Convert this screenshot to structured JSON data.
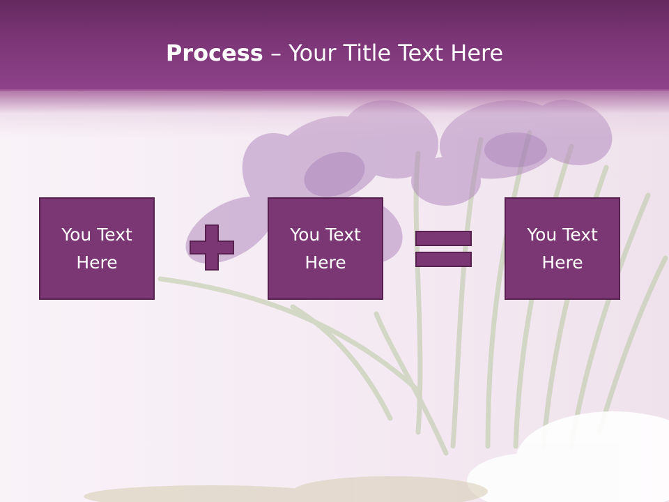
{
  "slide": {
    "title_bold": "Process",
    "title_separator": " – ",
    "title_rest": "Your Title Text Here"
  },
  "boxes": [
    {
      "text": "You Text Here"
    },
    {
      "text": "You Text Here"
    },
    {
      "text": "You Text Here"
    }
  ],
  "operators": [
    "plus-icon",
    "equals-icon"
  ],
  "colors": {
    "header": "#7c3677",
    "box_fill": "#7b3773",
    "box_border": "#57214f",
    "operator": "#7b3773",
    "text": "#ffffff"
  }
}
